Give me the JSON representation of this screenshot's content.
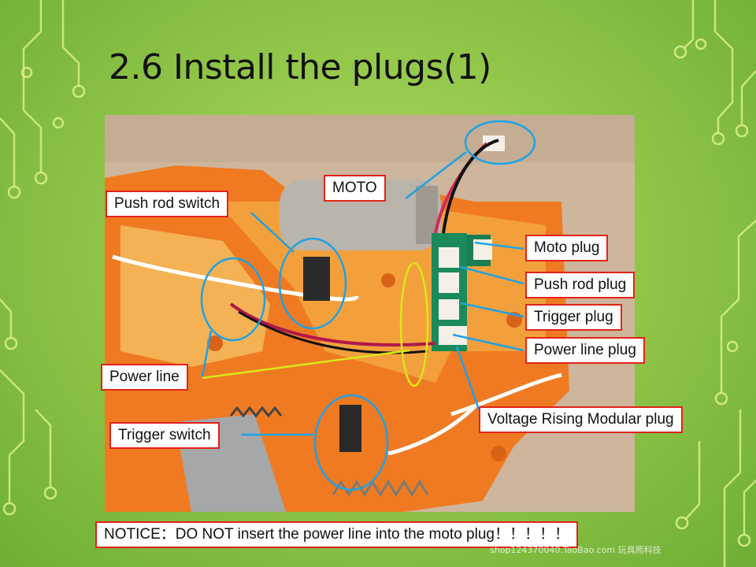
{
  "slide": {
    "title": "2.6 Install the plugs(1)",
    "notice": "NOTICE：DO NOT  insert the power line into the moto plug！！！！！",
    "watermark": "shop124370040.TaoBao.com 玩具熊科技"
  },
  "labels": {
    "moto": "MOTO",
    "push_rod_switch": "Push rod switch",
    "moto_plug": "Moto plug",
    "push_rod_plug": "Push rod plug",
    "trigger_plug": "Trigger plug",
    "power_line_plug": "Power line plug",
    "power_line": "Power line",
    "trigger_switch": "Trigger switch",
    "voltage_plug": "Voltage  Rising Modular plug"
  },
  "colors": {
    "label_border": "#e2231a",
    "callout_circle": "#1ea2e6",
    "highlight_circle": "#d7e81b",
    "background_green": "#93c84a",
    "circuit_lines": "#d7ee8a"
  }
}
